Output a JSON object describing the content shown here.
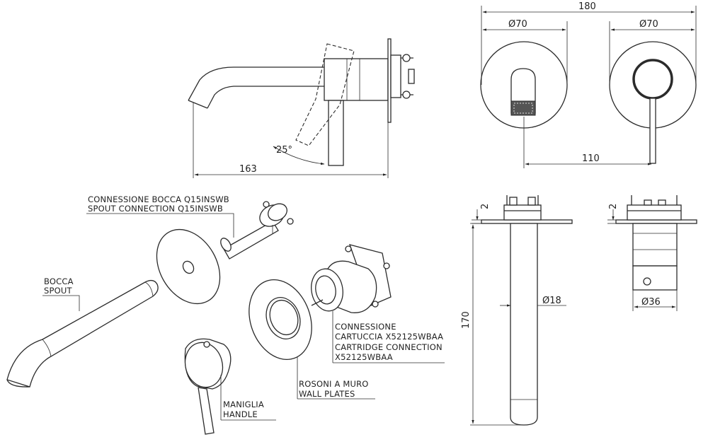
{
  "dimensions": {
    "overall_width": "180",
    "plate_left_diameter": "Ø70",
    "plate_right_diameter": "Ø70",
    "spout_length": "163",
    "centre_distance": "110",
    "handle_angle": "25°",
    "plate_thickness_left": "2",
    "plate_thickness_right": "2",
    "spout_diameter": "Ø18",
    "spout_height": "170",
    "body_diameter": "Ø36"
  },
  "labels": {
    "spout_connection": [
      "CONNESSIONE BOCCA Q15INSWB",
      "SPOUT CONNECTION Q15INSWB"
    ],
    "spout": [
      "BOCCA",
      "SPOUT"
    ],
    "cartridge": [
      "CONNESSIONE",
      "CARTUCCIA X52125WBAA",
      "CARTRIDGE CONNECTION",
      "X52125WBAA"
    ],
    "wall_plates": [
      "ROSONI A MURO",
      "WALL PLATES"
    ],
    "handle": [
      "MANIGLIA",
      "HANDLE"
    ]
  }
}
